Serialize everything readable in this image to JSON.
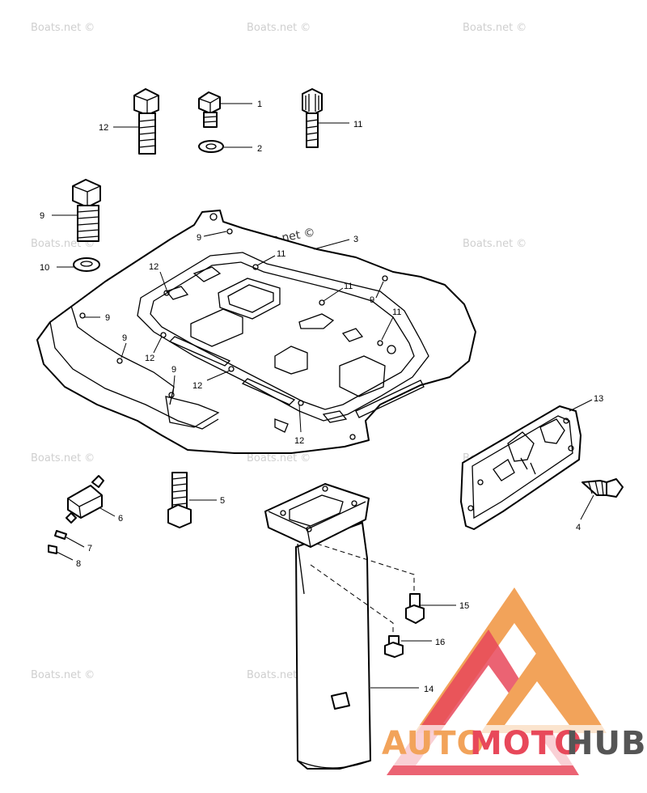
{
  "watermark": "Boats.net ©",
  "callouts": {
    "c1": "1",
    "c2": "2",
    "c3": "3",
    "c4": "4",
    "c5": "5",
    "c6": "6",
    "c7": "7",
    "c8": "8",
    "c9": "9",
    "c10": "10",
    "c11": "11",
    "c12": "12",
    "c13": "13",
    "c14": "14",
    "c15": "15",
    "c16": "16"
  },
  "logo": {
    "part1": "AUTO",
    "part2": "MOTO",
    "part3": "HUB"
  },
  "colors": {
    "logo_orange": "#f2a35a",
    "logo_red": "#e8485a",
    "logo_gray": "#555555",
    "watermark": "#cfcfcf"
  }
}
